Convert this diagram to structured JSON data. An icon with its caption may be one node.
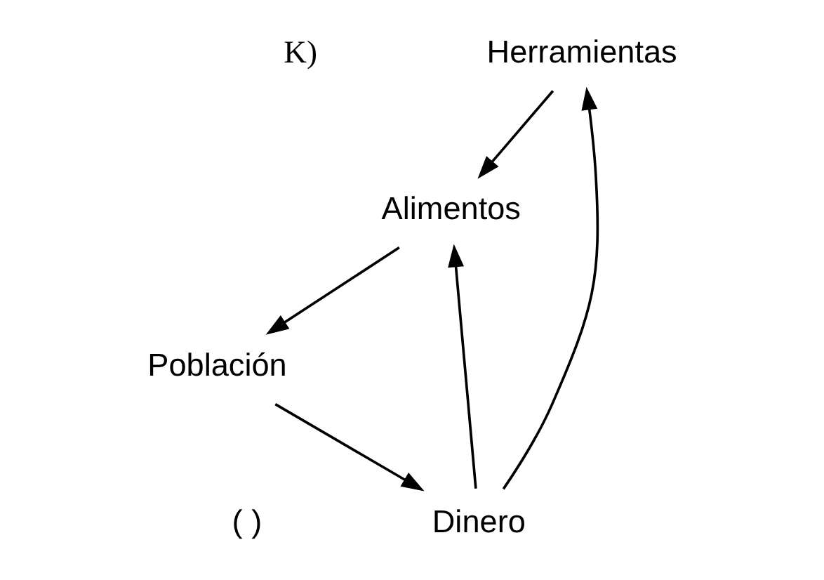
{
  "diagram": {
    "nodes": [
      {
        "text": [
          "Herramientas"
        ]
      },
      {
        "text": [
          "Alimentos"
        ]
      },
      {
        "text": [
          "Dinero"
        ]
      },
      {
        "text": [
          "Población"
        ]
      }
    ],
    "edges": [
      {
        "from": 0,
        "to": 1,
        "arrow": "to"
      },
      {
        "from": 1,
        "to": 3,
        "arrow": "to"
      },
      {
        "from": 3,
        "to": 2,
        "arrow": "to"
      },
      {
        "from": 2,
        "to": 1,
        "arrow": "to"
      },
      {
        "from": 2,
        "to": 0,
        "arrow": "to"
      }
    ],
    "labels": [
      "K)",
      "( )"
    ]
  }
}
